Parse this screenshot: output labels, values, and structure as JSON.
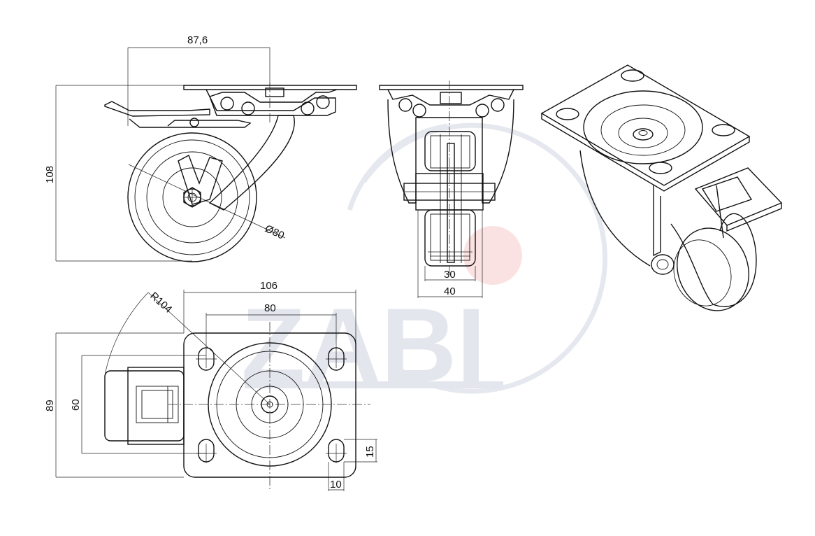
{
  "drawing": {
    "watermark_text": "ZABI",
    "dimensions": {
      "side_width": "87,6",
      "height": "108",
      "wheel_diameter": "Ø80",
      "wheel_width_inner": "30",
      "wheel_width_outer": "40",
      "plate_length": "106",
      "hole_spacing_length": "80",
      "radius": "R104",
      "plate_width": "89",
      "hole_spacing_width": "60",
      "slot_length": "15",
      "slot_width": "10"
    }
  }
}
